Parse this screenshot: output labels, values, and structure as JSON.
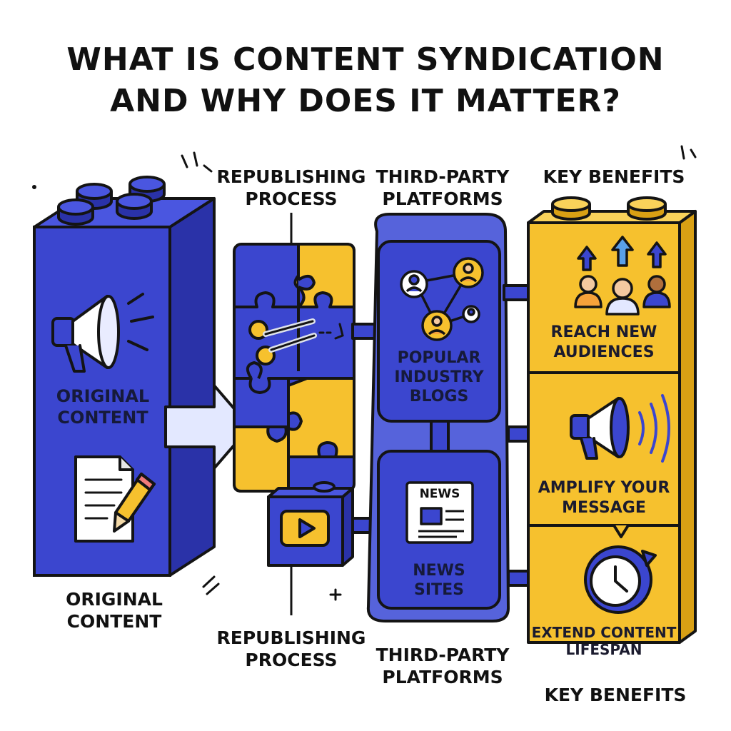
{
  "title": {
    "line1": "WHAT IS CONTENT SYNDICATION",
    "line2": "AND WHY DOES IT MATTER?"
  },
  "column_headers": {
    "republishing": [
      "REPUBLISHING",
      "PROCESS"
    ],
    "third_party": [
      "THIRD-PARTY",
      "PLATFORMS"
    ],
    "benefits": "KEY BENEFITS"
  },
  "column_footers": {
    "original": [
      "ORIGINAL",
      "CONTENT"
    ],
    "republishing": [
      "REPUBLISHING",
      "PROCESS"
    ],
    "third_party": [
      "THIRD-PARTY",
      "PLATFORMS"
    ],
    "benefits": "KEY BENEFITS"
  },
  "original_block": {
    "label": [
      "ORIGINAL",
      "CONTENT"
    ]
  },
  "platforms": [
    {
      "label": [
        "POPULAR",
        "INDUSTRY",
        "BLOGS"
      ]
    },
    {
      "badge": "NEWS",
      "label": [
        "NEWS",
        "SITES"
      ]
    }
  ],
  "benefits": [
    {
      "label": [
        "REACH NEW",
        "AUDIENCES"
      ]
    },
    {
      "label": [
        "AMPLIFY YOUR",
        "MESSAGE"
      ]
    },
    {
      "label": [
        "EXTEND CONTENT",
        "LIFESPAN"
      ]
    }
  ],
  "colors": {
    "blue": "#3b46cf",
    "blue_dark": "#2a32a8",
    "yellow": "#f6c12e",
    "yellow_dark": "#d9a014",
    "outline": "#141414"
  }
}
